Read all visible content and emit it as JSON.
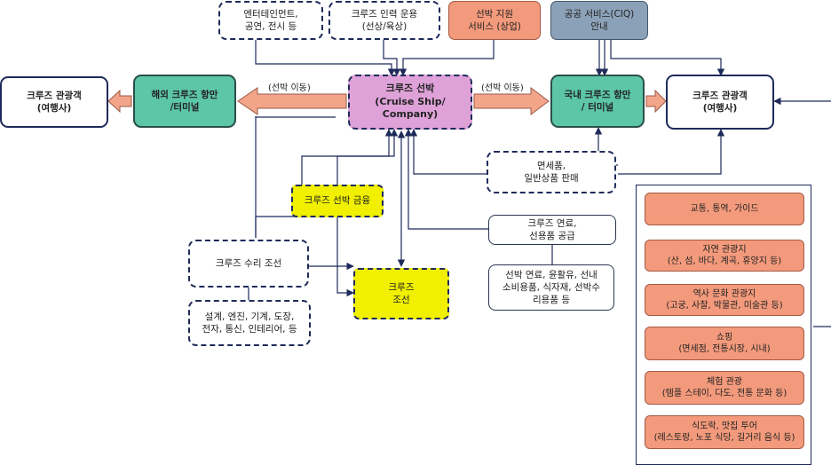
{
  "top": {
    "entertainment": "엔터테인먼트,\n공연, 전시 등",
    "crew": "크루즈 인력 운용\n(선상/육상)",
    "ship_support": "선박 지원\n서비스 (상업)",
    "ciq": "공공 서비스(CIQ)\n안내"
  },
  "main": {
    "tourist_left": "크루즈 관광객\n(여행사)",
    "overseas_port": "해외 크루즈 항만\n/터미널",
    "move_left": "(선박 이동)",
    "cruise_ship": "크루즈 선박\n(Cruise Ship/\nCompany)",
    "move_right": "(선박 이동)",
    "domestic_port": "국내 크루즈 항만\n/ 터미널",
    "tourist_right": "크루즈 관광객\n(여행사)"
  },
  "middle": {
    "duty_free": "면세품,\n일반상품 판매",
    "finance": "크루즈 선박 금융",
    "fuel_supply": "크루즈 연료,\n선용품 공급",
    "fuel_detail": "선박 연료, 윤활유, 선내\n소비용품, 식자재, 선박수\n리용품 등",
    "repair": "크루즈 수리 조선",
    "repair_detail": "설계, 엔진, 기계, 도장,\n전자, 통신, 인테리어, 등",
    "shipbuilding": "크루즈\n조선"
  },
  "panel": {
    "items": [
      "교통, 통역, 가이드",
      "자연 관광지\n(산, 섬, 바다, 계곡, 휴양지 등)",
      "역사 문화 관광지\n(고궁, 사찰, 박물관, 미술관 등)",
      "쇼핑\n(면세점, 전통시장, 시내)",
      "체험 관광\n(템플 스테이, 다도, 전통 문화 등)",
      "식도락, 맛집 투어\n(레스토랑, 노포 식당, 길거리 음식 등)"
    ]
  },
  "colors": {
    "salmon": "#f39a7c",
    "teal": "#5cc6a6",
    "pink": "#dfa2d8",
    "yellow": "#f0f000",
    "steel": "#8ba1b7",
    "line": "#1f2a5a"
  }
}
